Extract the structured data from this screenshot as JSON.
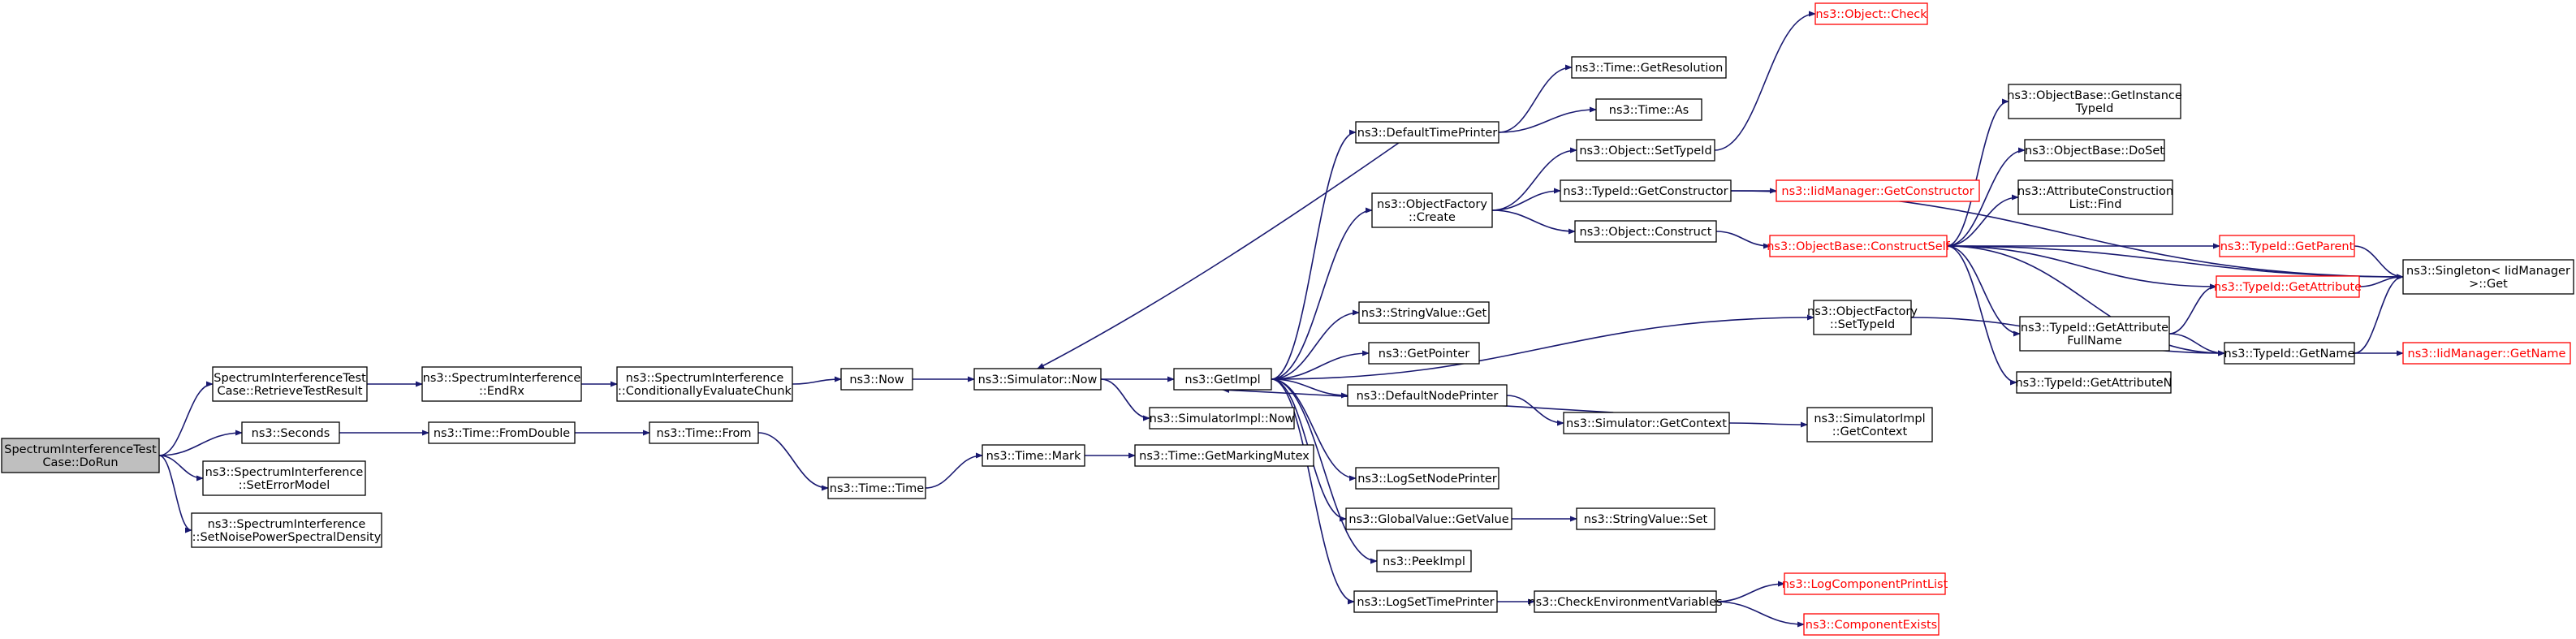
{
  "diagram": {
    "type": "call-graph",
    "edge_color": "#191970",
    "missing_doc_color": "#ff0000",
    "root_fill": "#bfbfbf",
    "nodes": [
      {
        "id": "dorun",
        "lines": [
          "SpectrumInterferenceTest",
          "Case::DoRun"
        ],
        "style": "root"
      },
      {
        "id": "retrieve",
        "lines": [
          "SpectrumInterferenceTest",
          "Case::RetrieveTestResult"
        ]
      },
      {
        "id": "seconds",
        "lines": [
          "ns3::Seconds"
        ]
      },
      {
        "id": "seterr",
        "lines": [
          "ns3::SpectrumInterference",
          "::SetErrorModel"
        ]
      },
      {
        "id": "setnoise",
        "lines": [
          "ns3::SpectrumInterference",
          "::SetNoisePowerSpectralDensity"
        ]
      },
      {
        "id": "endrx",
        "lines": [
          "ns3::SpectrumInterference",
          "::EndRx"
        ]
      },
      {
        "id": "fromdouble",
        "lines": [
          "ns3::Time::FromDouble"
        ]
      },
      {
        "id": "condeval",
        "lines": [
          "ns3::SpectrumInterference",
          "::ConditionallyEvaluateChunk"
        ]
      },
      {
        "id": "timefrom",
        "lines": [
          "ns3::Time::From"
        ]
      },
      {
        "id": "now",
        "lines": [
          "ns3::Now"
        ]
      },
      {
        "id": "timetime",
        "lines": [
          "ns3::Time::Time"
        ]
      },
      {
        "id": "simnow",
        "lines": [
          "ns3::Simulator::Now"
        ]
      },
      {
        "id": "mark",
        "lines": [
          "ns3::Time::Mark"
        ]
      },
      {
        "id": "getmutex",
        "lines": [
          "ns3::Time::GetMarkingMutex"
        ]
      },
      {
        "id": "getimpl",
        "lines": [
          "ns3::GetImpl"
        ]
      },
      {
        "id": "simimplnow",
        "lines": [
          "ns3::SimulatorImpl::Now"
        ]
      },
      {
        "id": "deftimeprinter",
        "lines": [
          "ns3::DefaultTimePrinter"
        ]
      },
      {
        "id": "ofcreate",
        "lines": [
          "ns3::ObjectFactory",
          "::Create"
        ]
      },
      {
        "id": "stringget",
        "lines": [
          "ns3::StringValue::Get"
        ]
      },
      {
        "id": "getpointer",
        "lines": [
          "ns3::GetPointer"
        ]
      },
      {
        "id": "defnodeprinter",
        "lines": [
          "ns3::DefaultNodePrinter"
        ]
      },
      {
        "id": "logsetnode",
        "lines": [
          "ns3::LogSetNodePrinter"
        ]
      },
      {
        "id": "gvgetvalue",
        "lines": [
          "ns3::GlobalValue::GetValue"
        ]
      },
      {
        "id": "peekimpl",
        "lines": [
          "ns3::PeekImpl"
        ]
      },
      {
        "id": "logsettime",
        "lines": [
          "ns3::LogSetTimePrinter"
        ]
      },
      {
        "id": "getresolution",
        "lines": [
          "ns3::Time::GetResolution"
        ]
      },
      {
        "id": "timeas",
        "lines": [
          "ns3::Time::As"
        ]
      },
      {
        "id": "settypeid",
        "lines": [
          "ns3::Object::SetTypeId"
        ]
      },
      {
        "id": "getconstructor",
        "lines": [
          "ns3::TypeId::GetConstructor"
        ]
      },
      {
        "id": "objconstruct",
        "lines": [
          "ns3::Object::Construct"
        ]
      },
      {
        "id": "objcheck",
        "lines": [
          "ns3::Object::Check"
        ],
        "style": "red"
      },
      {
        "id": "iidgetctor",
        "lines": [
          "ns3::IidManager::GetConstructor"
        ],
        "style": "red"
      },
      {
        "id": "constructself",
        "lines": [
          "ns3::ObjectBase::ConstructSelf"
        ],
        "style": "red"
      },
      {
        "id": "ofsettypeid",
        "lines": [
          "ns3::ObjectFactory",
          "::SetTypeId"
        ]
      },
      {
        "id": "simgetcontext",
        "lines": [
          "ns3::Simulator::GetContext"
        ]
      },
      {
        "id": "stringset",
        "lines": [
          "ns3::StringValue::Set"
        ]
      },
      {
        "id": "checkenv",
        "lines": [
          "ns3::CheckEnvironmentVariables"
        ]
      },
      {
        "id": "getinstance",
        "lines": [
          "ns3::ObjectBase::GetInstance",
          "TypeId"
        ]
      },
      {
        "id": "doset",
        "lines": [
          "ns3::ObjectBase::DoSet"
        ]
      },
      {
        "id": "attrlist",
        "lines": [
          "ns3::AttributeConstruction",
          "List::Find"
        ]
      },
      {
        "id": "getattrfull",
        "lines": [
          "ns3::TypeId::GetAttribute",
          "FullName"
        ]
      },
      {
        "id": "getattrn",
        "lines": [
          "ns3::TypeId::GetAttributeN"
        ]
      },
      {
        "id": "simimplctx",
        "lines": [
          "ns3::SimulatorImpl",
          "::GetContext"
        ]
      },
      {
        "id": "logprintlist",
        "lines": [
          "ns3::LogComponentPrintList"
        ],
        "style": "red"
      },
      {
        "id": "compexists",
        "lines": [
          "ns3::ComponentExists"
        ],
        "style": "red"
      },
      {
        "id": "getparent",
        "lines": [
          "ns3::TypeId::GetParent"
        ],
        "style": "red"
      },
      {
        "id": "getattribute",
        "lines": [
          "ns3::TypeId::GetAttribute"
        ],
        "style": "red"
      },
      {
        "id": "getname",
        "lines": [
          "ns3::TypeId::GetName"
        ]
      },
      {
        "id": "singleton",
        "lines": [
          "ns3::Singleton< IidManager",
          " >::Get"
        ]
      },
      {
        "id": "iidgetname",
        "lines": [
          "ns3::IidManager::GetName"
        ],
        "style": "red"
      }
    ],
    "edges": [
      [
        "dorun",
        "retrieve"
      ],
      [
        "dorun",
        "seconds"
      ],
      [
        "dorun",
        "seterr"
      ],
      [
        "dorun",
        "setnoise"
      ],
      [
        "retrieve",
        "endrx"
      ],
      [
        "endrx",
        "condeval"
      ],
      [
        "condeval",
        "now"
      ],
      [
        "now",
        "simnow"
      ],
      [
        "simnow",
        "getimpl"
      ],
      [
        "simnow",
        "simimplnow"
      ],
      [
        "seconds",
        "fromdouble"
      ],
      [
        "fromdouble",
        "timefrom"
      ],
      [
        "timefrom",
        "timetime"
      ],
      [
        "timetime",
        "mark"
      ],
      [
        "mark",
        "getmutex"
      ],
      [
        "getimpl",
        "deftimeprinter"
      ],
      [
        "getimpl",
        "ofcreate"
      ],
      [
        "getimpl",
        "ofsettypeid"
      ],
      [
        "getimpl",
        "stringget"
      ],
      [
        "getimpl",
        "getpointer"
      ],
      [
        "getimpl",
        "defnodeprinter"
      ],
      [
        "getimpl",
        "logsetnode"
      ],
      [
        "getimpl",
        "gvgetvalue"
      ],
      [
        "getimpl",
        "peekimpl"
      ],
      [
        "getimpl",
        "logsettime"
      ],
      [
        "deftimeprinter",
        "simnow"
      ],
      [
        "deftimeprinter",
        "getresolution"
      ],
      [
        "deftimeprinter",
        "timeas"
      ],
      [
        "ofcreate",
        "settypeid"
      ],
      [
        "ofcreate",
        "getconstructor"
      ],
      [
        "ofcreate",
        "objconstruct"
      ],
      [
        "settypeid",
        "objcheck"
      ],
      [
        "getconstructor",
        "iidgetctor"
      ],
      [
        "getconstructor",
        "singleton"
      ],
      [
        "objconstruct",
        "constructself"
      ],
      [
        "constructself",
        "getinstance"
      ],
      [
        "constructself",
        "doset"
      ],
      [
        "constructself",
        "attrlist"
      ],
      [
        "constructself",
        "getparent"
      ],
      [
        "constructself",
        "getattribute"
      ],
      [
        "constructself",
        "getattrfull"
      ],
      [
        "constructself",
        "getattrn"
      ],
      [
        "constructself",
        "getname"
      ],
      [
        "constructself",
        "singleton"
      ],
      [
        "getparent",
        "singleton"
      ],
      [
        "getattribute",
        "singleton"
      ],
      [
        "getattrfull",
        "getattribute"
      ],
      [
        "getattrfull",
        "getname"
      ],
      [
        "getname",
        "singleton"
      ],
      [
        "getname",
        "iidgetname"
      ],
      [
        "ofsettypeid",
        "getname"
      ],
      [
        "defnodeprinter",
        "simgetcontext"
      ],
      [
        "simgetcontext",
        "getimpl"
      ],
      [
        "simgetcontext",
        "simimplctx"
      ],
      [
        "gvgetvalue",
        "stringset"
      ],
      [
        "logsettime",
        "checkenv"
      ],
      [
        "checkenv",
        "logprintlist"
      ],
      [
        "checkenv",
        "compexists"
      ]
    ]
  }
}
